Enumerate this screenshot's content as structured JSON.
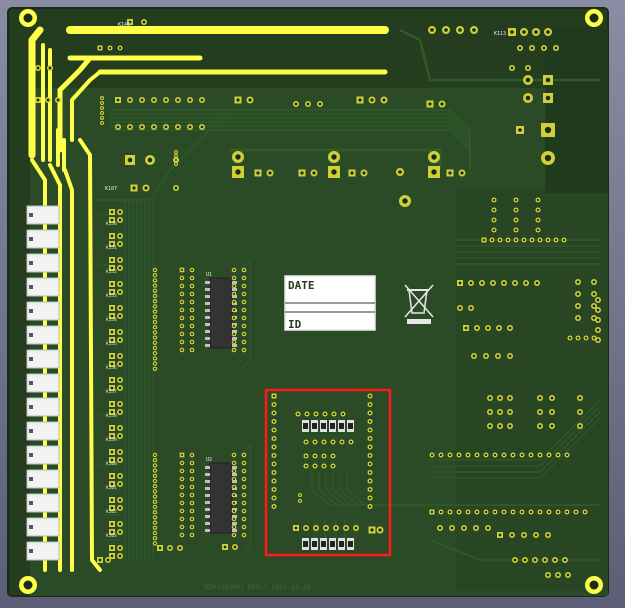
{
  "viewer": {
    "background_top": "#8a8ca6",
    "background_bottom": "#5c5e78"
  },
  "board": {
    "color_board": "#243d1f",
    "color_board_edge": "#1a2c16",
    "color_trace": "#2f5a2a",
    "color_pad": "#cfcf3a",
    "color_pad_hole": "#1a2c16",
    "color_silk": "#e8e8e8",
    "color_power": "#ffff4a",
    "color_ic": "#333333",
    "color_highlight": "#ff1a1a"
  },
  "labels": {
    "date_label": "DATE",
    "id_label": "ID",
    "footer": "KSK1302AR1 REV.1 2025.11.16",
    "ref_top": "K146",
    "ref_right": "K113",
    "ref_left": "K107",
    "ref_ic_top": "U1",
    "ref_ic_bottom": "U2",
    "ref_col": [
      "K150",
      "K151",
      "K152",
      "K153",
      "K154",
      "K155",
      "K156",
      "K157",
      "K158",
      "K159",
      "K160",
      "K161",
      "K162",
      "K163"
    ]
  },
  "highlight_region": {
    "description_visible": ""
  }
}
